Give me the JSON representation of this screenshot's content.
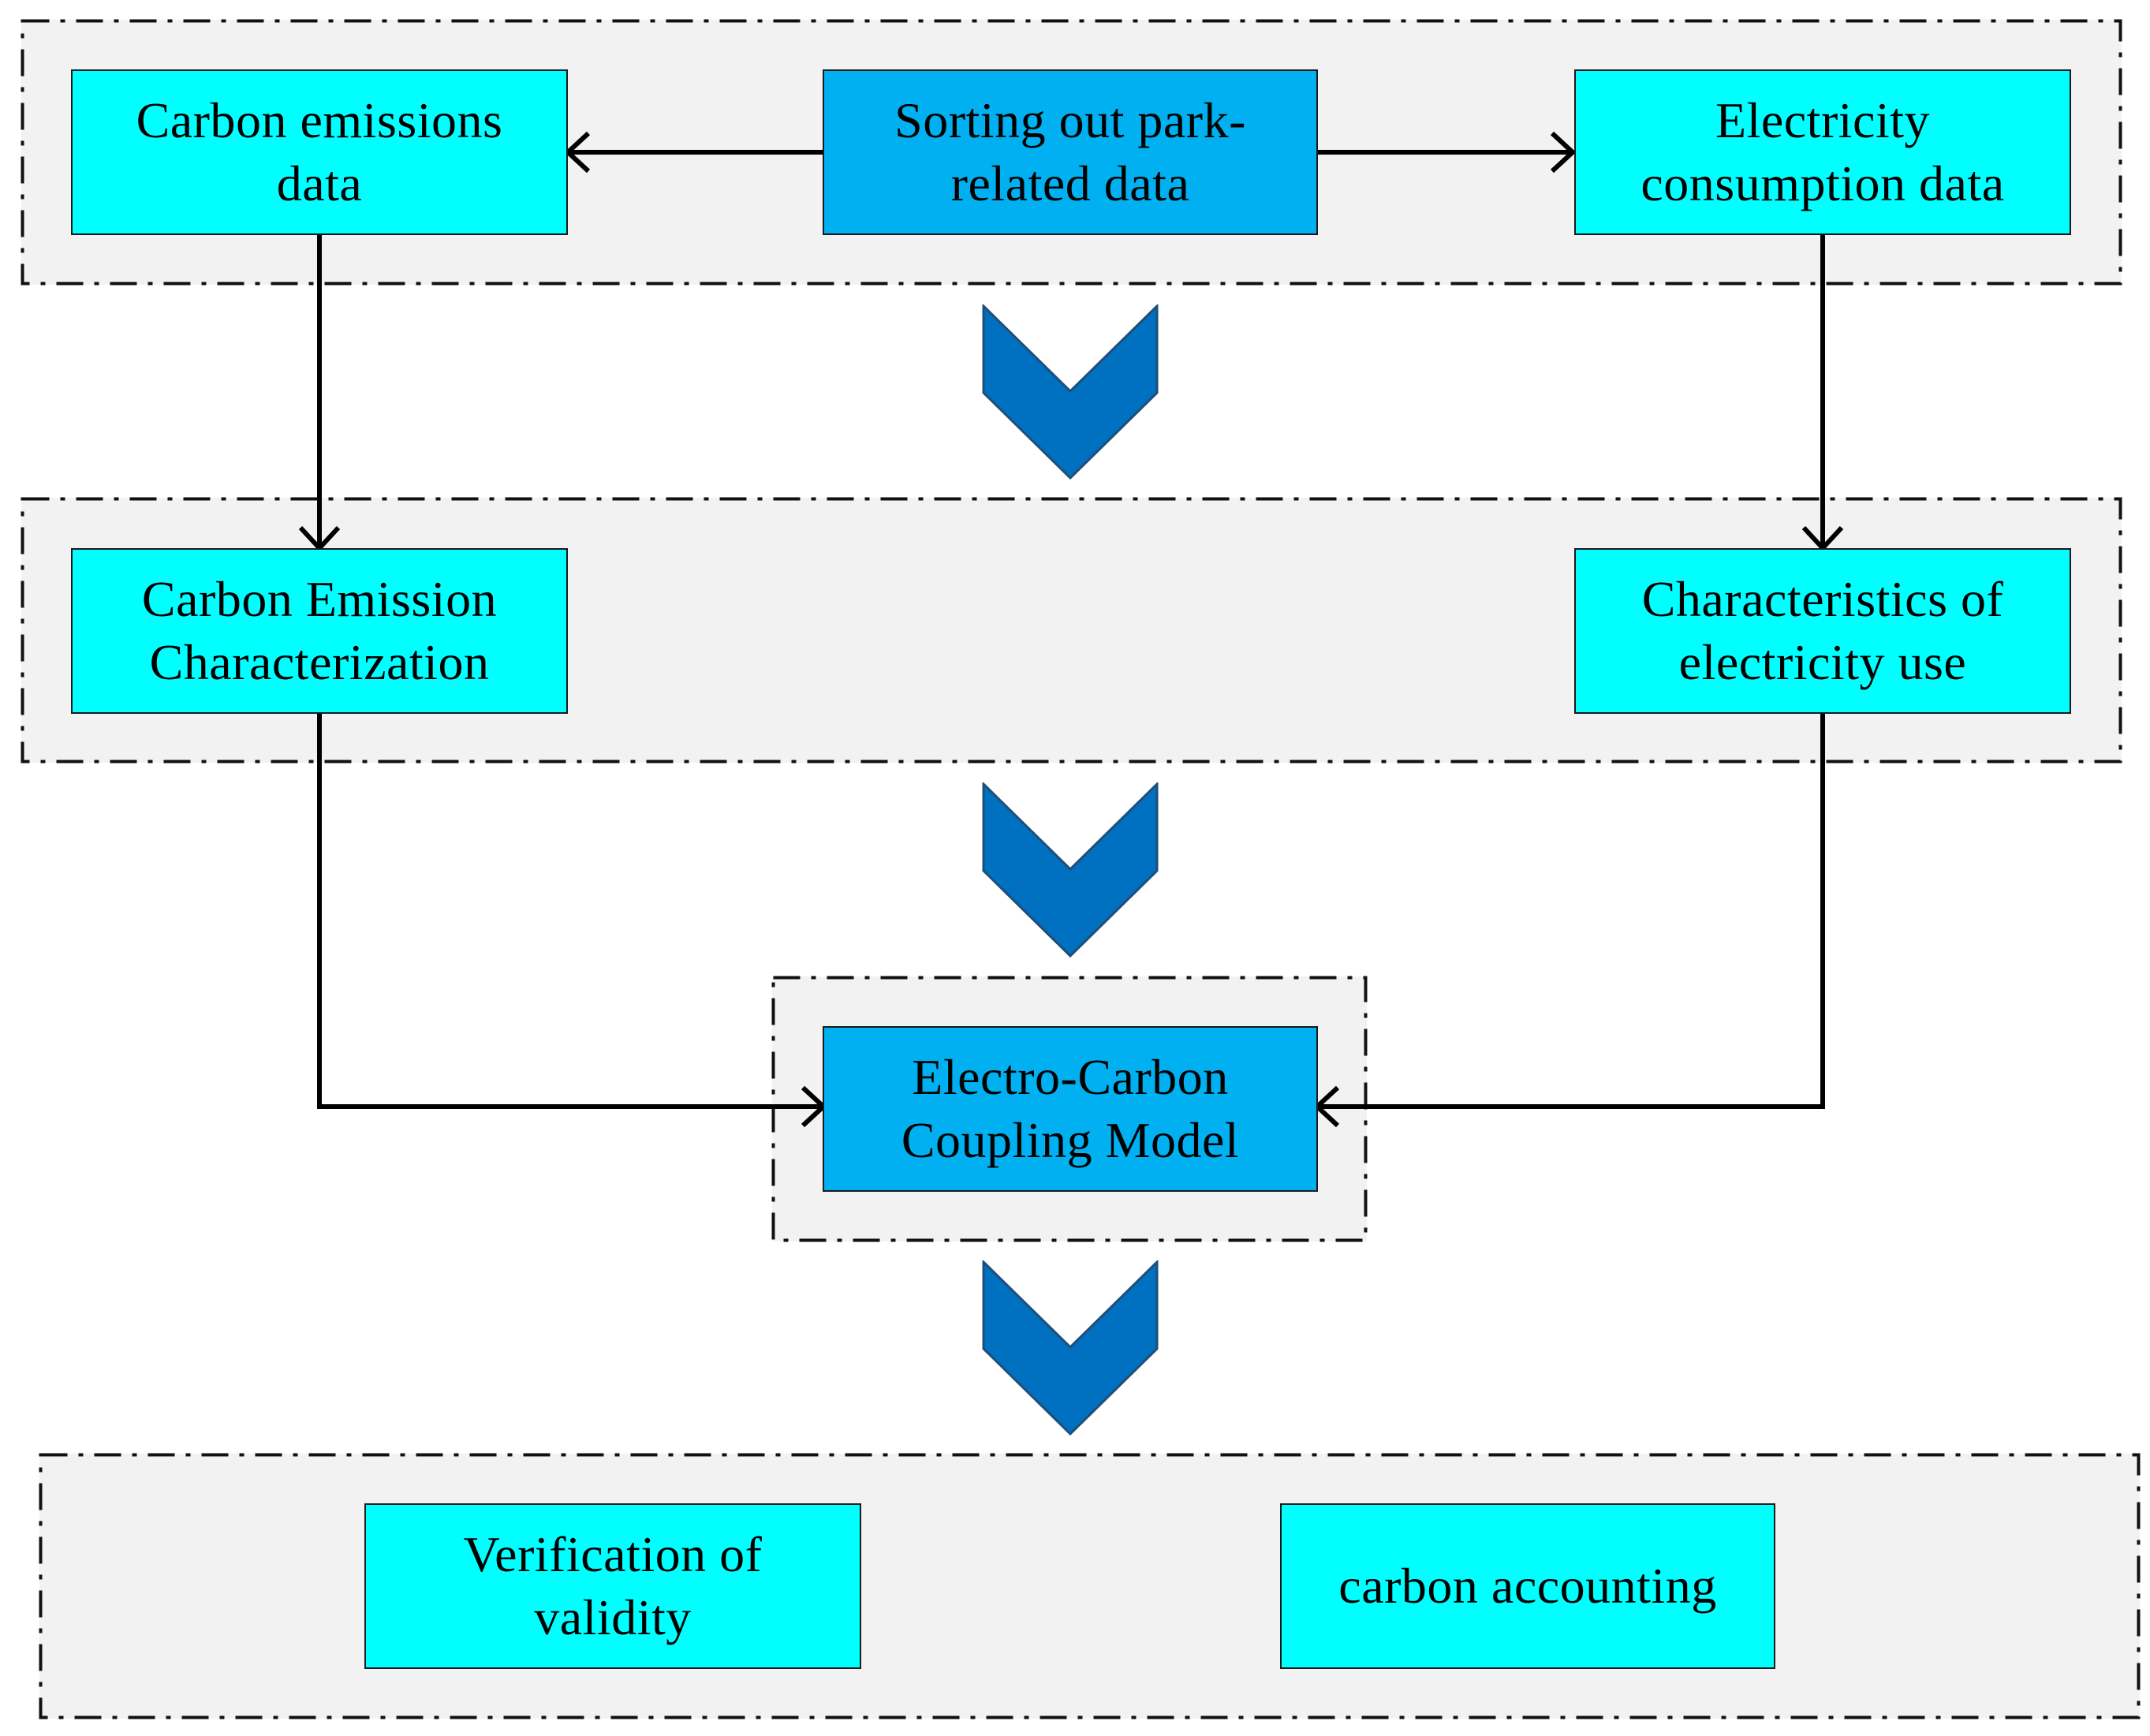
{
  "diagram": {
    "nodes": {
      "sorting": "Sorting out park-related data",
      "sorting_line1": "Sorting out park-",
      "sorting_line2": "related data",
      "carbon_data_line1": "Carbon emissions",
      "carbon_data_line2": "data",
      "electricity_data_line1": "Electricity",
      "electricity_data_line2": "consumption data",
      "carbon_char_line1": "Carbon Emission",
      "carbon_char_line2": "Characterization",
      "elec_char_line1": "Characteristics of",
      "elec_char_line2": "electricity use",
      "model_line1": "Electro-Carbon",
      "model_line2": "Coupling Model",
      "verification_line1": "Verification of",
      "verification_line2": "validity",
      "accounting": "carbon accounting"
    },
    "colors": {
      "light_box": "#00ffff",
      "dark_box": "#00b0f0",
      "group_fill": "#f2f2f2",
      "chevron_fill": "#0070c0",
      "chevron_stroke": "#1f4e79"
    },
    "edges": [
      {
        "from": "sorting",
        "to": "carbon_data"
      },
      {
        "from": "sorting",
        "to": "electricity_data"
      },
      {
        "from": "carbon_data",
        "to": "carbon_char"
      },
      {
        "from": "electricity_data",
        "to": "elec_char"
      },
      {
        "from": "carbon_char",
        "to": "model"
      },
      {
        "from": "elec_char",
        "to": "model"
      }
    ]
  }
}
